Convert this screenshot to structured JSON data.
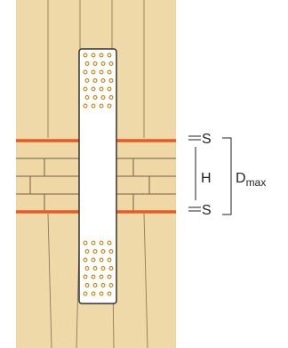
{
  "labels": {
    "s_top": "S",
    "h": "H",
    "s_bottom": "S",
    "dmax_main": "D",
    "dmax_sub": "max"
  },
  "colors": {
    "wood": "#efd9a8",
    "wood_line": "#8a7a5a",
    "brick": "#efd8a6",
    "red_line": "#e85a24",
    "plate": "#ffffff",
    "plate_border": "#333333",
    "hole": "#c7800c",
    "dimension": "#222222"
  },
  "plate": {
    "top_hole_rows": 7,
    "bottom_hole_rows": 7,
    "holes_per_row": 4
  }
}
